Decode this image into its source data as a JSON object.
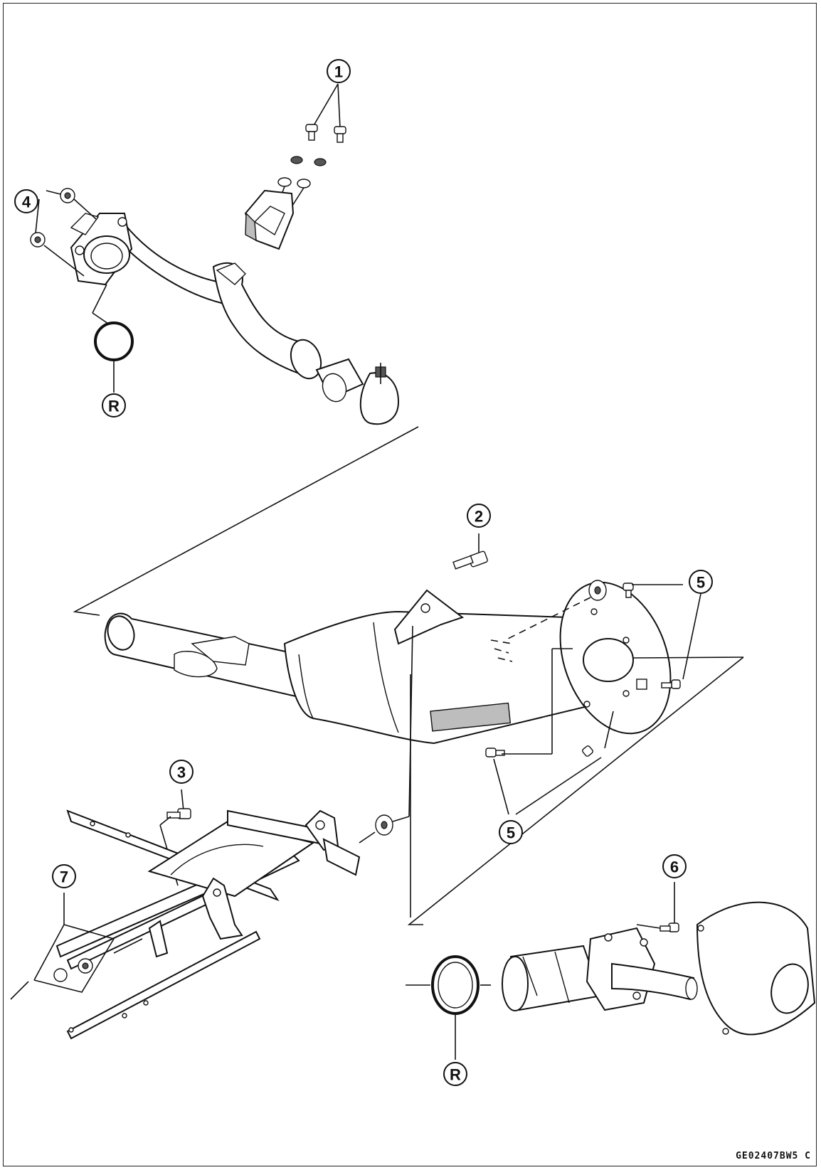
{
  "callouts": {
    "c1": "1",
    "c2": "2",
    "c3": "3",
    "c4": "4",
    "c5a": "5",
    "c5b": "5",
    "c6": "6",
    "c7": "7",
    "rA": "R",
    "rB": "R"
  },
  "ref_code": "GE02407BW5 C"
}
